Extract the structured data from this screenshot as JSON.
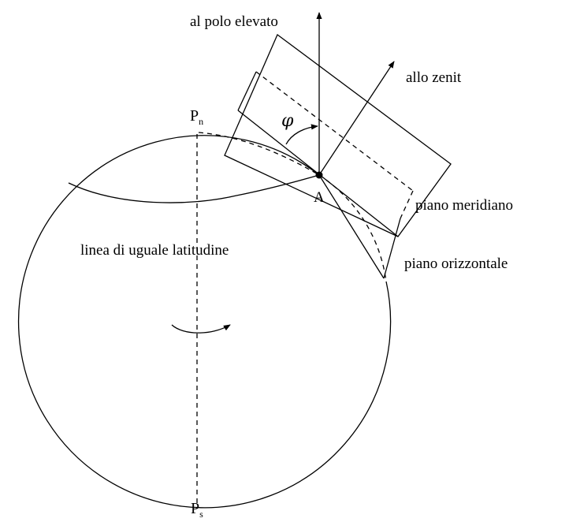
{
  "labels": {
    "pole_up": "al polo elevato",
    "zenith": "allo zenit",
    "meridian_plane": "piano meridiano",
    "horizontal_plane": "piano orizzontale",
    "latitude_line": "linea di uguale latitudine",
    "point": "A",
    "angle": "φ",
    "north_pole": {
      "base": "P",
      "sub": "n"
    },
    "south_pole": {
      "base": "P",
      "sub": "s"
    }
  },
  "colors": {
    "ink": "#000000",
    "background": "#ffffff"
  }
}
